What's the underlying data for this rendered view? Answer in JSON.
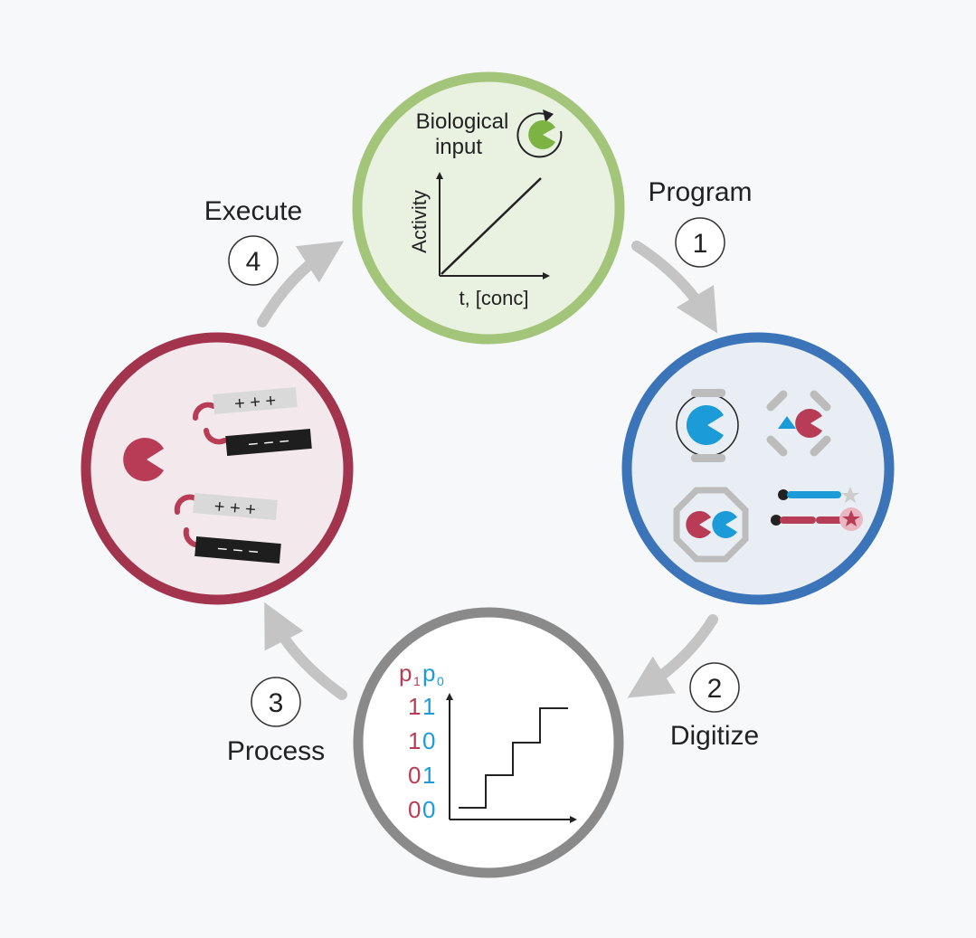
{
  "steps": [
    {
      "number": "1",
      "label": "Program"
    },
    {
      "number": "2",
      "label": "Digitize"
    },
    {
      "number": "3",
      "label": "Process"
    },
    {
      "number": "4",
      "label": "Execute"
    }
  ],
  "input_panel": {
    "title_line1": "Biological",
    "title_line2": "input",
    "y_axis": "Activity",
    "x_axis": "t, [conc]"
  },
  "digitize_panel": {
    "bit_p1": "p",
    "bit_p1_sub": "1",
    "bit_p0": "p",
    "bit_p0_sub": "0",
    "levels": [
      {
        "hi": "1",
        "lo": "1"
      },
      {
        "hi": "1",
        "lo": "0"
      },
      {
        "hi": "0",
        "lo": "1"
      },
      {
        "hi": "0",
        "lo": "0"
      }
    ]
  },
  "execute_panel": {
    "plus_signs": "+ + +",
    "minus_signs": "− − −"
  },
  "colors": {
    "green_ring": "#a3c57a",
    "green_fill": "#e9f1e1",
    "blue_ring": "#3b74b9",
    "blue_fill": "#e8eef3",
    "gray_ring": "#8a8a8a",
    "red_ring": "#a2344e",
    "red_fill": "#f3e9ed",
    "red_accent": "#b83c55",
    "blue_accent": "#1b9cd8",
    "green_accent": "#7cb342",
    "arrow": "#c4c4c4"
  }
}
